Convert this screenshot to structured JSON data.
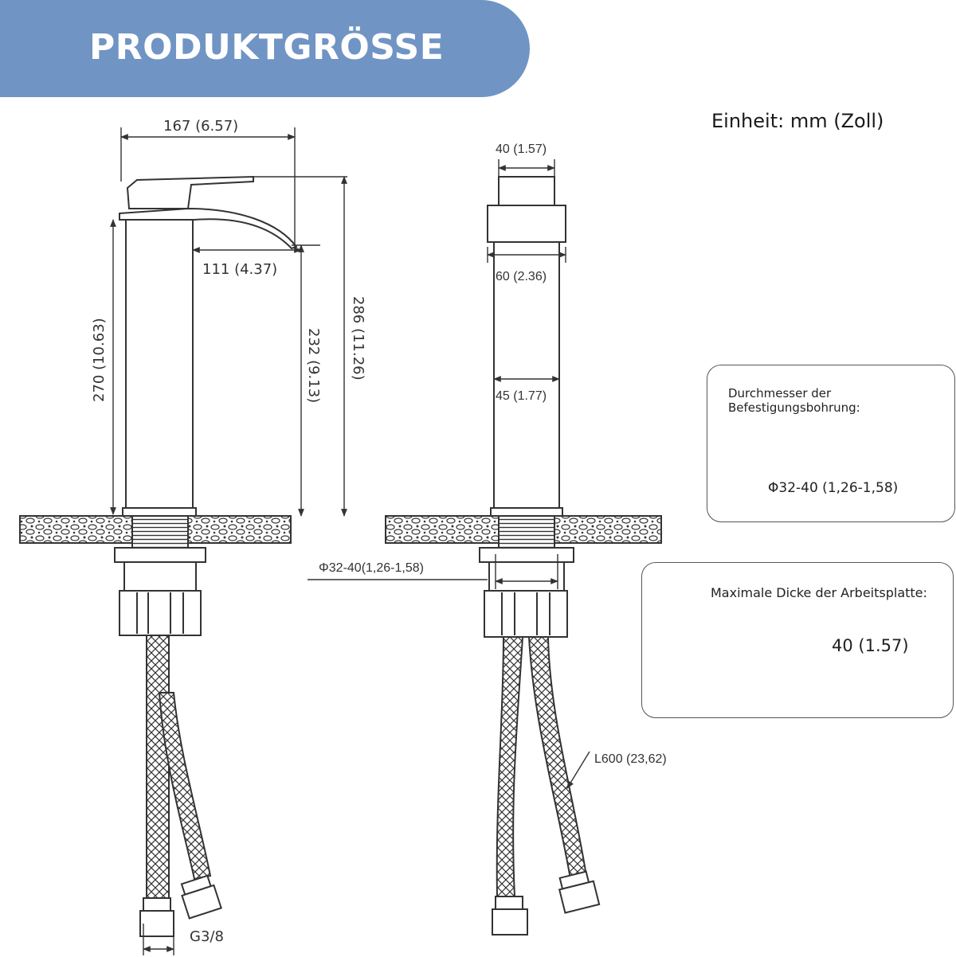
{
  "header": {
    "title": "PRODUKTGRÖSSE"
  },
  "unit_label": "Einheit: mm (Zoll)",
  "dimensions": {
    "width_total": "167 (6.57)",
    "spout_reach": "111 (4.37)",
    "body_height": "270 (10.63)",
    "spout_height": "232 (9.13)",
    "total_height": "286 (11.26)",
    "handle_width": "40 (1.57)",
    "top_width": "60 (2.36)",
    "body_width": "45 (1.77)",
    "mount_hole": "Φ32-40(1,26-1,58)",
    "hose_length": "L600 (23,62)",
    "thread": "G3/8"
  },
  "info_boxes": {
    "hole_diameter": {
      "title": "Durchmesser der Befestigungsbohrung:",
      "value": "Φ32-40 (1,26-1,58)"
    },
    "max_thickness": {
      "title": "Maximale Dicke der Arbeitsplatte:",
      "value": "40 (1.57)"
    }
  },
  "colors": {
    "banner": "#7094c4",
    "line": "#333333",
    "fill_dark": "#111111"
  }
}
